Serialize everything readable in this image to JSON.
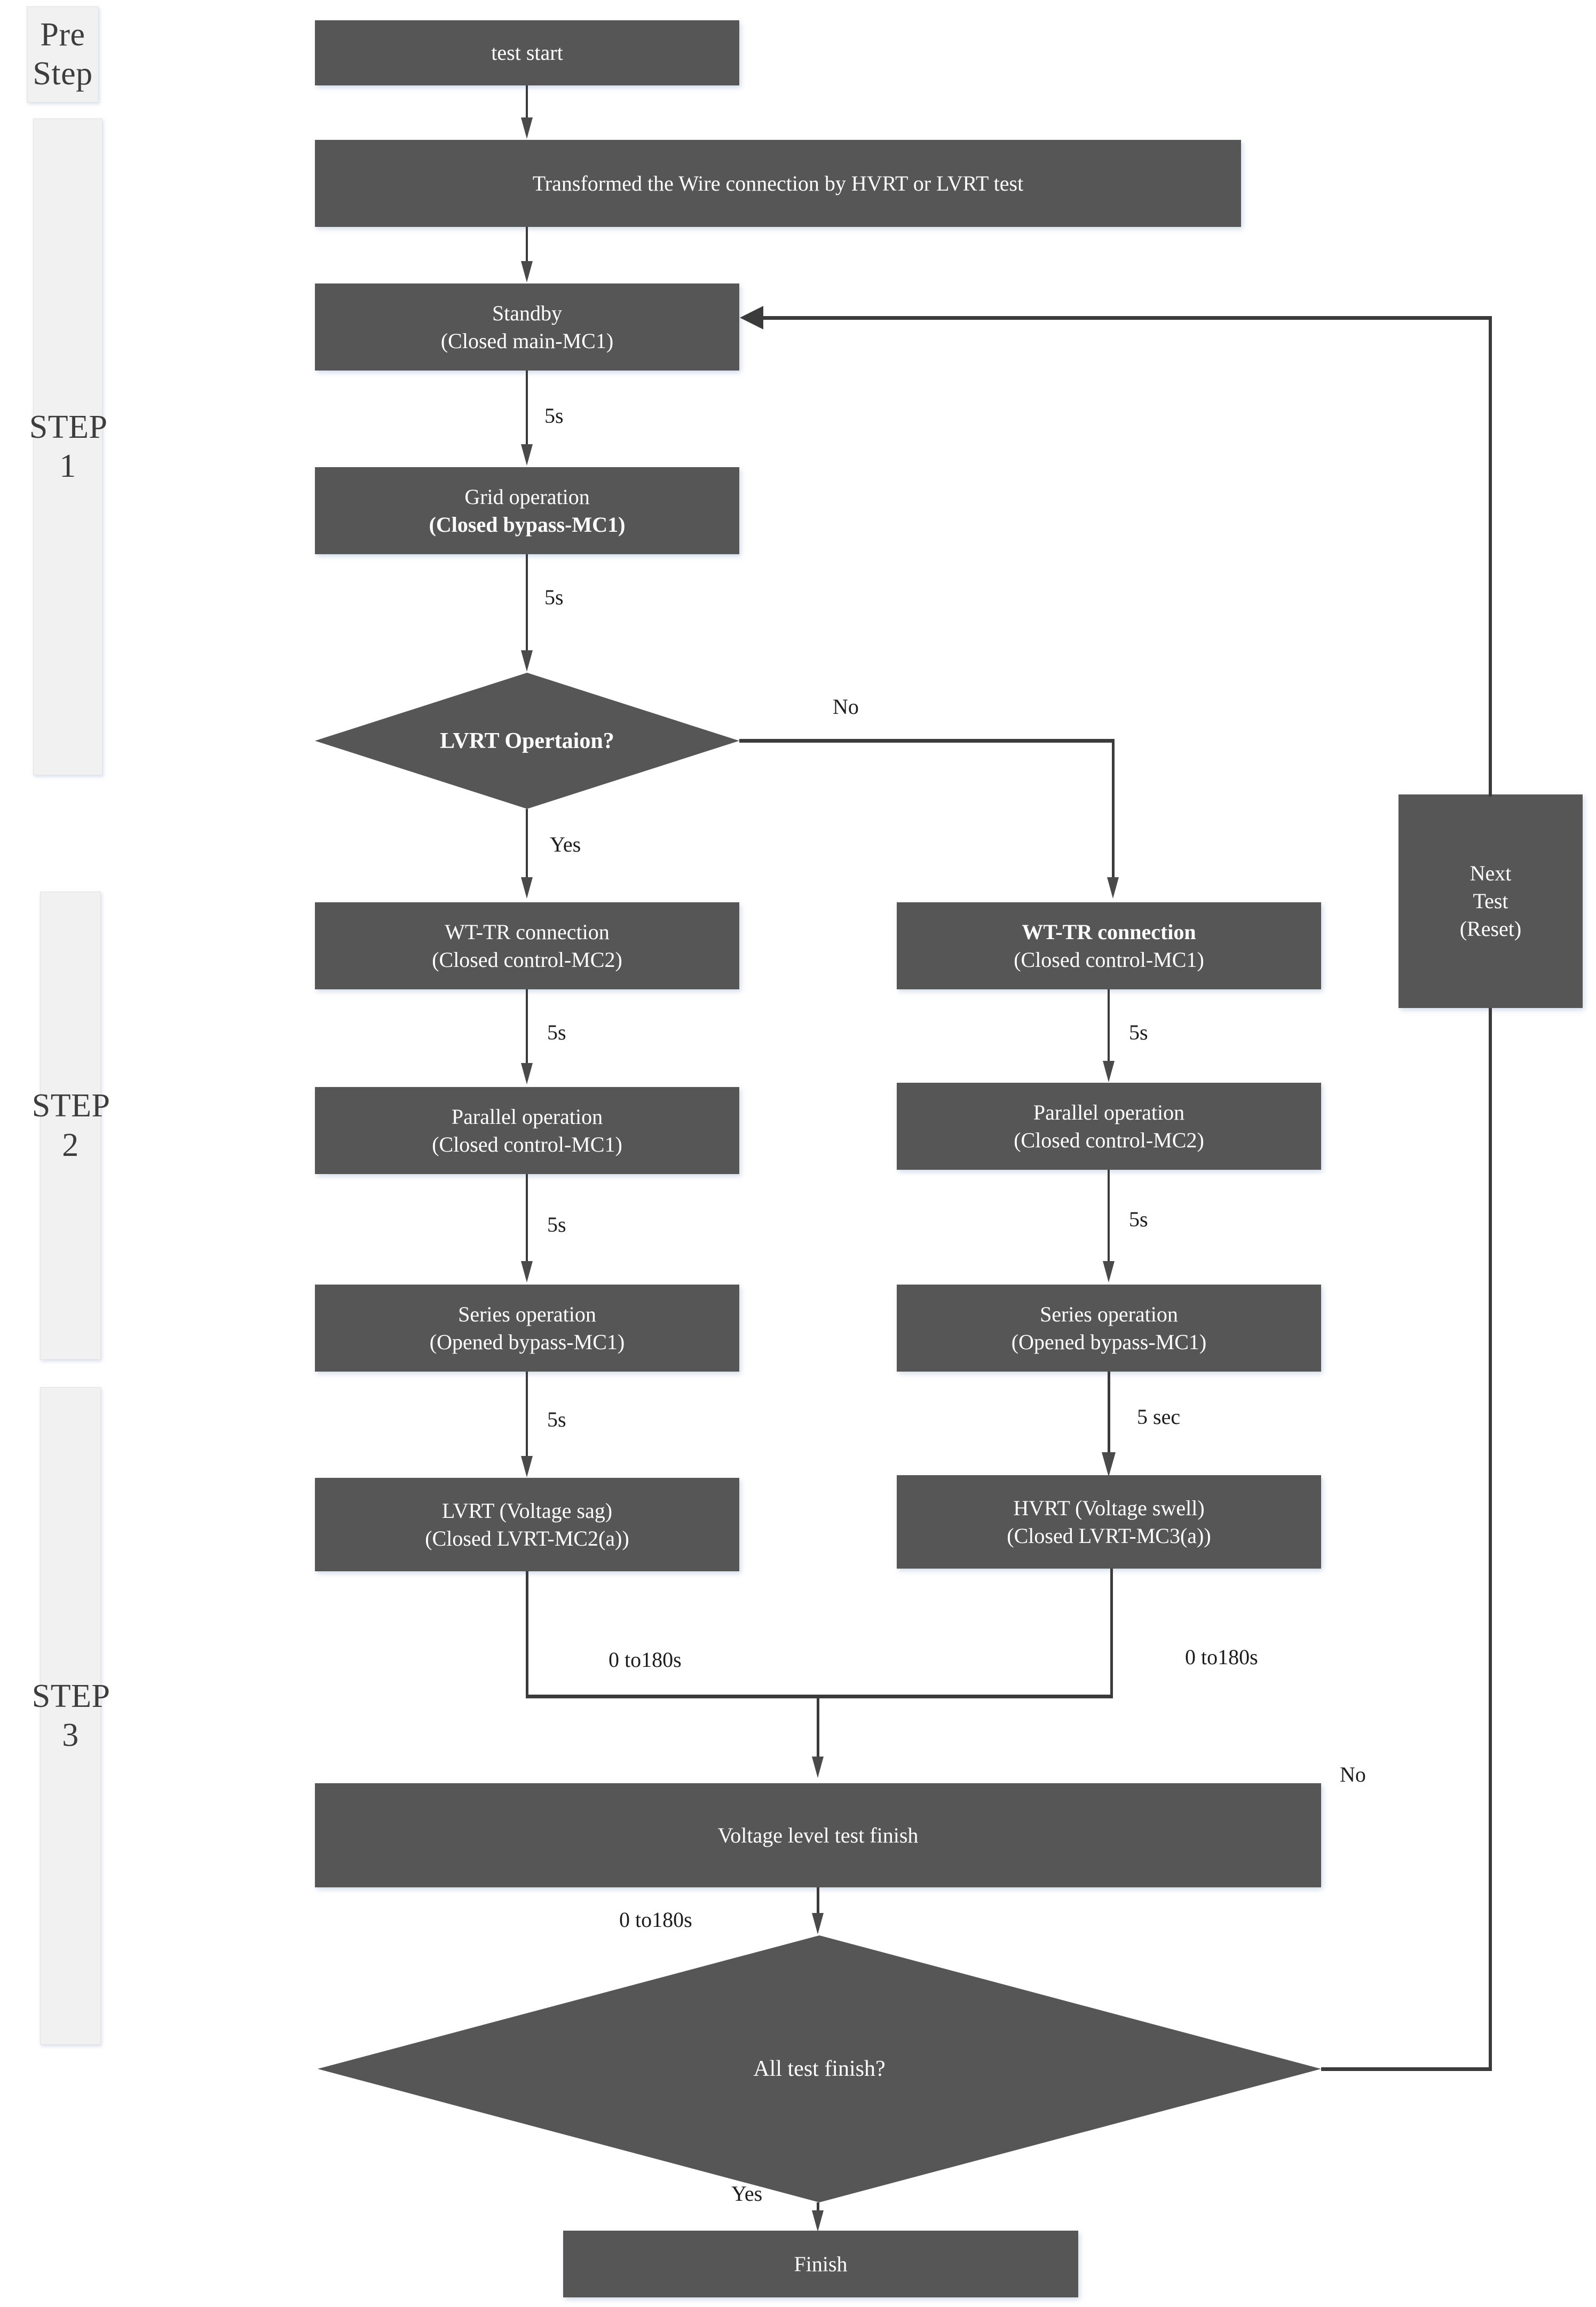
{
  "diagram": {
    "title": "LVRT / HVRT test procedure flowchart",
    "colors": {
      "node_fill": "#565656",
      "node_text": "#ffffff",
      "band_fill": "#f1f1f1",
      "connector": "#3b3b3b",
      "page_background": "#ffffff"
    }
  },
  "bands": [
    {
      "label": "Pre\nStep"
    },
    {
      "label": "STEP 1"
    },
    {
      "label": "STEP 2"
    },
    {
      "label": "STEP 3"
    }
  ],
  "nodes": {
    "test_start": {
      "lines": [
        "test start"
      ]
    },
    "transform_wire": {
      "lines": [
        "Transformed the Wire connection by HVRT or LVRT test"
      ]
    },
    "standby": {
      "lines": [
        "Standby",
        "(Closed main-MC1)"
      ]
    },
    "grid_operation": {
      "lines": [
        "Grid operation",
        "(Closed bypass-MC1)"
      ],
      "bold_lines": [
        1
      ]
    },
    "wt_tr_left": {
      "lines": [
        "WT-TR connection",
        "(Closed  control-MC2)"
      ]
    },
    "wt_tr_right": {
      "lines": [
        "WT-TR connection",
        "(Closed  control-MC1)"
      ],
      "bold_lines": [
        0
      ]
    },
    "parallel_left": {
      "lines": [
        "Parallel operation",
        "(Closed  control-MC1)"
      ]
    },
    "parallel_right": {
      "lines": [
        "Parallel operation",
        "(Closed  control-MC2)"
      ]
    },
    "series_left": {
      "lines": [
        "Series operation",
        "(Opened  bypass-MC1)"
      ]
    },
    "series_right": {
      "lines": [
        "Series operation",
        "(Opened  bypass-MC1)"
      ]
    },
    "lvrt": {
      "lines": [
        "LVRT (Voltage sag)",
        "(Closed LVRT-MC2(a))"
      ]
    },
    "hvrt": {
      "lines": [
        "HVRT (Voltage swell)",
        "(Closed LVRT-MC3(a))"
      ]
    },
    "next_test": {
      "lines": [
        "Next",
        "Test",
        "(Reset)"
      ]
    },
    "voltage_level_finish": {
      "lines": [
        "Voltage level test finish"
      ]
    },
    "finish": {
      "lines": [
        "Finish"
      ]
    }
  },
  "decisions": {
    "lvrt_operation": {
      "label": "LVRT Opertaion?"
    },
    "all_test_finish": {
      "label": "All test finish?"
    }
  },
  "edge_labels": {
    "standby_to_grid": "5s",
    "grid_to_decision": "5s",
    "decision_no": "No",
    "decision_yes": "Yes",
    "wt_tr_left_to_parallel": "5s",
    "wt_tr_right_to_parallel": "5s",
    "parallel_left_to_series": "5s",
    "parallel_right_to_series": "5s",
    "series_left_to_lvrt": "5s",
    "series_right_to_hvrt": "5 sec",
    "lvrt_to_merge": "0 to180s",
    "hvrt_to_merge": "0 to180s",
    "merge_to_all_test": "0 to180s",
    "all_test_no": "No",
    "all_test_yes": "Yes"
  }
}
